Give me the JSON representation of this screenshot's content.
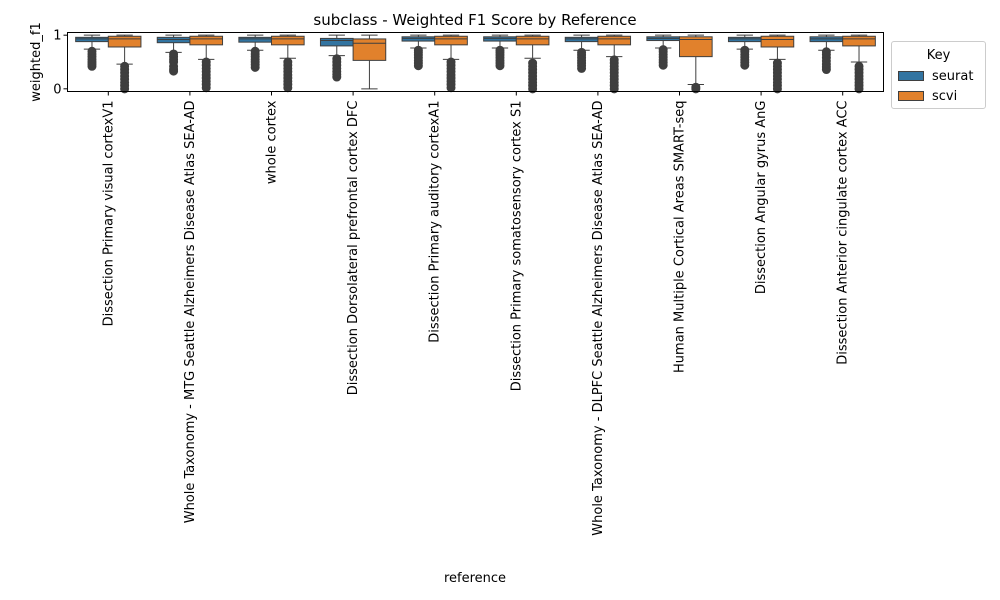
{
  "chart_data": {
    "type": "box",
    "title": "subclass - Weighted F1 Score by Reference",
    "xlabel": "reference",
    "ylabel": "weighted_f1",
    "ylim": [
      -0.05,
      1.05
    ],
    "yticks": [
      0,
      1
    ],
    "grid": false,
    "legend": {
      "title": "Key",
      "placement": "outside-top-right"
    },
    "categories": [
      "Dissection Primary visual cortexV1",
      "Whole Taxonomy - MTG Seattle Alzheimers Disease Atlas SEA-AD",
      "whole cortex",
      "Dissection Dorsolateral prefrontal cortex DFC",
      "Dissection Primary auditory cortexA1",
      "Dissection Primary somatosensory cortex S1",
      "Whole Taxonomy - DLPFC Seattle Alzheimers Disease Atlas SEA-AD",
      "Human Multiple Cortical Areas SMART-seq",
      "Dissection Angular gyrus AnG",
      "Dissection Anterior cingulate cortex ACC"
    ],
    "series": [
      {
        "name": "seurat",
        "color": "#3274a1",
        "boxes": [
          {
            "whislo": 0.74,
            "q1": 0.88,
            "med": 0.93,
            "q3": 0.96,
            "whishi": 1.0,
            "fliers": [
              0.42,
              0.46,
              0.5,
              0.55,
              0.6,
              0.65,
              0.7
            ]
          },
          {
            "whislo": 0.68,
            "q1": 0.86,
            "med": 0.92,
            "q3": 0.96,
            "whishi": 1.0,
            "fliers": [
              0.33,
              0.37,
              0.42,
              0.5,
              0.55,
              0.6,
              0.65
            ]
          },
          {
            "whislo": 0.72,
            "q1": 0.87,
            "med": 0.93,
            "q3": 0.96,
            "whishi": 1.0,
            "fliers": [
              0.4,
              0.45,
              0.5,
              0.55,
              0.6,
              0.65,
              0.7
            ]
          },
          {
            "whislo": 0.62,
            "q1": 0.8,
            "med": 0.9,
            "q3": 0.94,
            "whishi": 1.0,
            "fliers": [
              0.22,
              0.27,
              0.32,
              0.38,
              0.44,
              0.5,
              0.56
            ]
          },
          {
            "whislo": 0.76,
            "q1": 0.89,
            "med": 0.94,
            "q3": 0.97,
            "whishi": 1.0,
            "fliers": [
              0.43,
              0.48,
              0.53,
              0.58,
              0.63,
              0.68,
              0.72
            ]
          },
          {
            "whislo": 0.76,
            "q1": 0.89,
            "med": 0.94,
            "q3": 0.97,
            "whishi": 1.0,
            "fliers": [
              0.43,
              0.48,
              0.53,
              0.58,
              0.63,
              0.68,
              0.72
            ]
          },
          {
            "whislo": 0.72,
            "q1": 0.88,
            "med": 0.93,
            "q3": 0.96,
            "whishi": 1.0,
            "fliers": [
              0.38,
              0.43,
              0.48,
              0.53,
              0.58,
              0.63,
              0.68
            ]
          },
          {
            "whislo": 0.76,
            "q1": 0.9,
            "med": 0.94,
            "q3": 0.97,
            "whishi": 1.0,
            "fliers": [
              0.44,
              0.49,
              0.54,
              0.59,
              0.64,
              0.69,
              0.73
            ]
          },
          {
            "whislo": 0.74,
            "q1": 0.88,
            "med": 0.93,
            "q3": 0.96,
            "whishi": 1.0,
            "fliers": [
              0.44,
              0.49,
              0.54,
              0.59,
              0.64,
              0.69,
              0.72
            ]
          },
          {
            "whislo": 0.72,
            "q1": 0.88,
            "med": 0.93,
            "q3": 0.97,
            "whishi": 1.0,
            "fliers": [
              0.36,
              0.41,
              0.46,
              0.52,
              0.58,
              0.64,
              0.69
            ]
          }
        ]
      },
      {
        "name": "scvi",
        "color": "#e1812c",
        "boxes": [
          {
            "whislo": 0.46,
            "q1": 0.78,
            "med": 0.93,
            "q3": 0.98,
            "whishi": 1.0,
            "fliers": [
              0.0,
              0.06,
              0.12,
              0.18,
              0.24,
              0.3,
              0.36,
              0.42
            ]
          },
          {
            "whislo": 0.55,
            "q1": 0.82,
            "med": 0.93,
            "q3": 0.98,
            "whishi": 1.0,
            "fliers": [
              0.02,
              0.08,
              0.14,
              0.2,
              0.26,
              0.32,
              0.38,
              0.44,
              0.5
            ]
          },
          {
            "whislo": 0.57,
            "q1": 0.82,
            "med": 0.93,
            "q3": 0.98,
            "whishi": 1.0,
            "fliers": [
              0.02,
              0.08,
              0.14,
              0.2,
              0.26,
              0.32,
              0.38,
              0.44,
              0.5
            ]
          },
          {
            "whislo": 0.0,
            "q1": 0.53,
            "med": 0.85,
            "q3": 0.93,
            "whishi": 1.0,
            "fliers": []
          },
          {
            "whislo": 0.55,
            "q1": 0.82,
            "med": 0.93,
            "q3": 0.98,
            "whishi": 1.0,
            "fliers": [
              0.02,
              0.08,
              0.14,
              0.2,
              0.26,
              0.32,
              0.38,
              0.44,
              0.5
            ]
          },
          {
            "whislo": 0.57,
            "q1": 0.82,
            "med": 0.93,
            "q3": 0.98,
            "whishi": 1.0,
            "fliers": [
              0.0,
              0.06,
              0.12,
              0.18,
              0.24,
              0.3,
              0.36,
              0.42,
              0.48
            ]
          },
          {
            "whislo": 0.6,
            "q1": 0.82,
            "med": 0.93,
            "q3": 0.98,
            "whishi": 1.0,
            "fliers": [
              0.0,
              0.06,
              0.12,
              0.18,
              0.24,
              0.3,
              0.36,
              0.42,
              0.48,
              0.54
            ]
          },
          {
            "whislo": 0.08,
            "q1": 0.6,
            "med": 0.92,
            "q3": 0.97,
            "whishi": 1.0,
            "fliers": [
              0.0,
              0.03
            ]
          },
          {
            "whislo": 0.55,
            "q1": 0.78,
            "med": 0.92,
            "q3": 0.98,
            "whishi": 1.0,
            "fliers": [
              0.0,
              0.06,
              0.12,
              0.18,
              0.24,
              0.3,
              0.36,
              0.42,
              0.48
            ]
          },
          {
            "whislo": 0.5,
            "q1": 0.8,
            "med": 0.93,
            "q3": 0.98,
            "whishi": 1.0,
            "fliers": [
              0.0,
              0.06,
              0.12,
              0.18,
              0.24,
              0.3,
              0.36,
              0.42
            ]
          }
        ]
      }
    ]
  }
}
